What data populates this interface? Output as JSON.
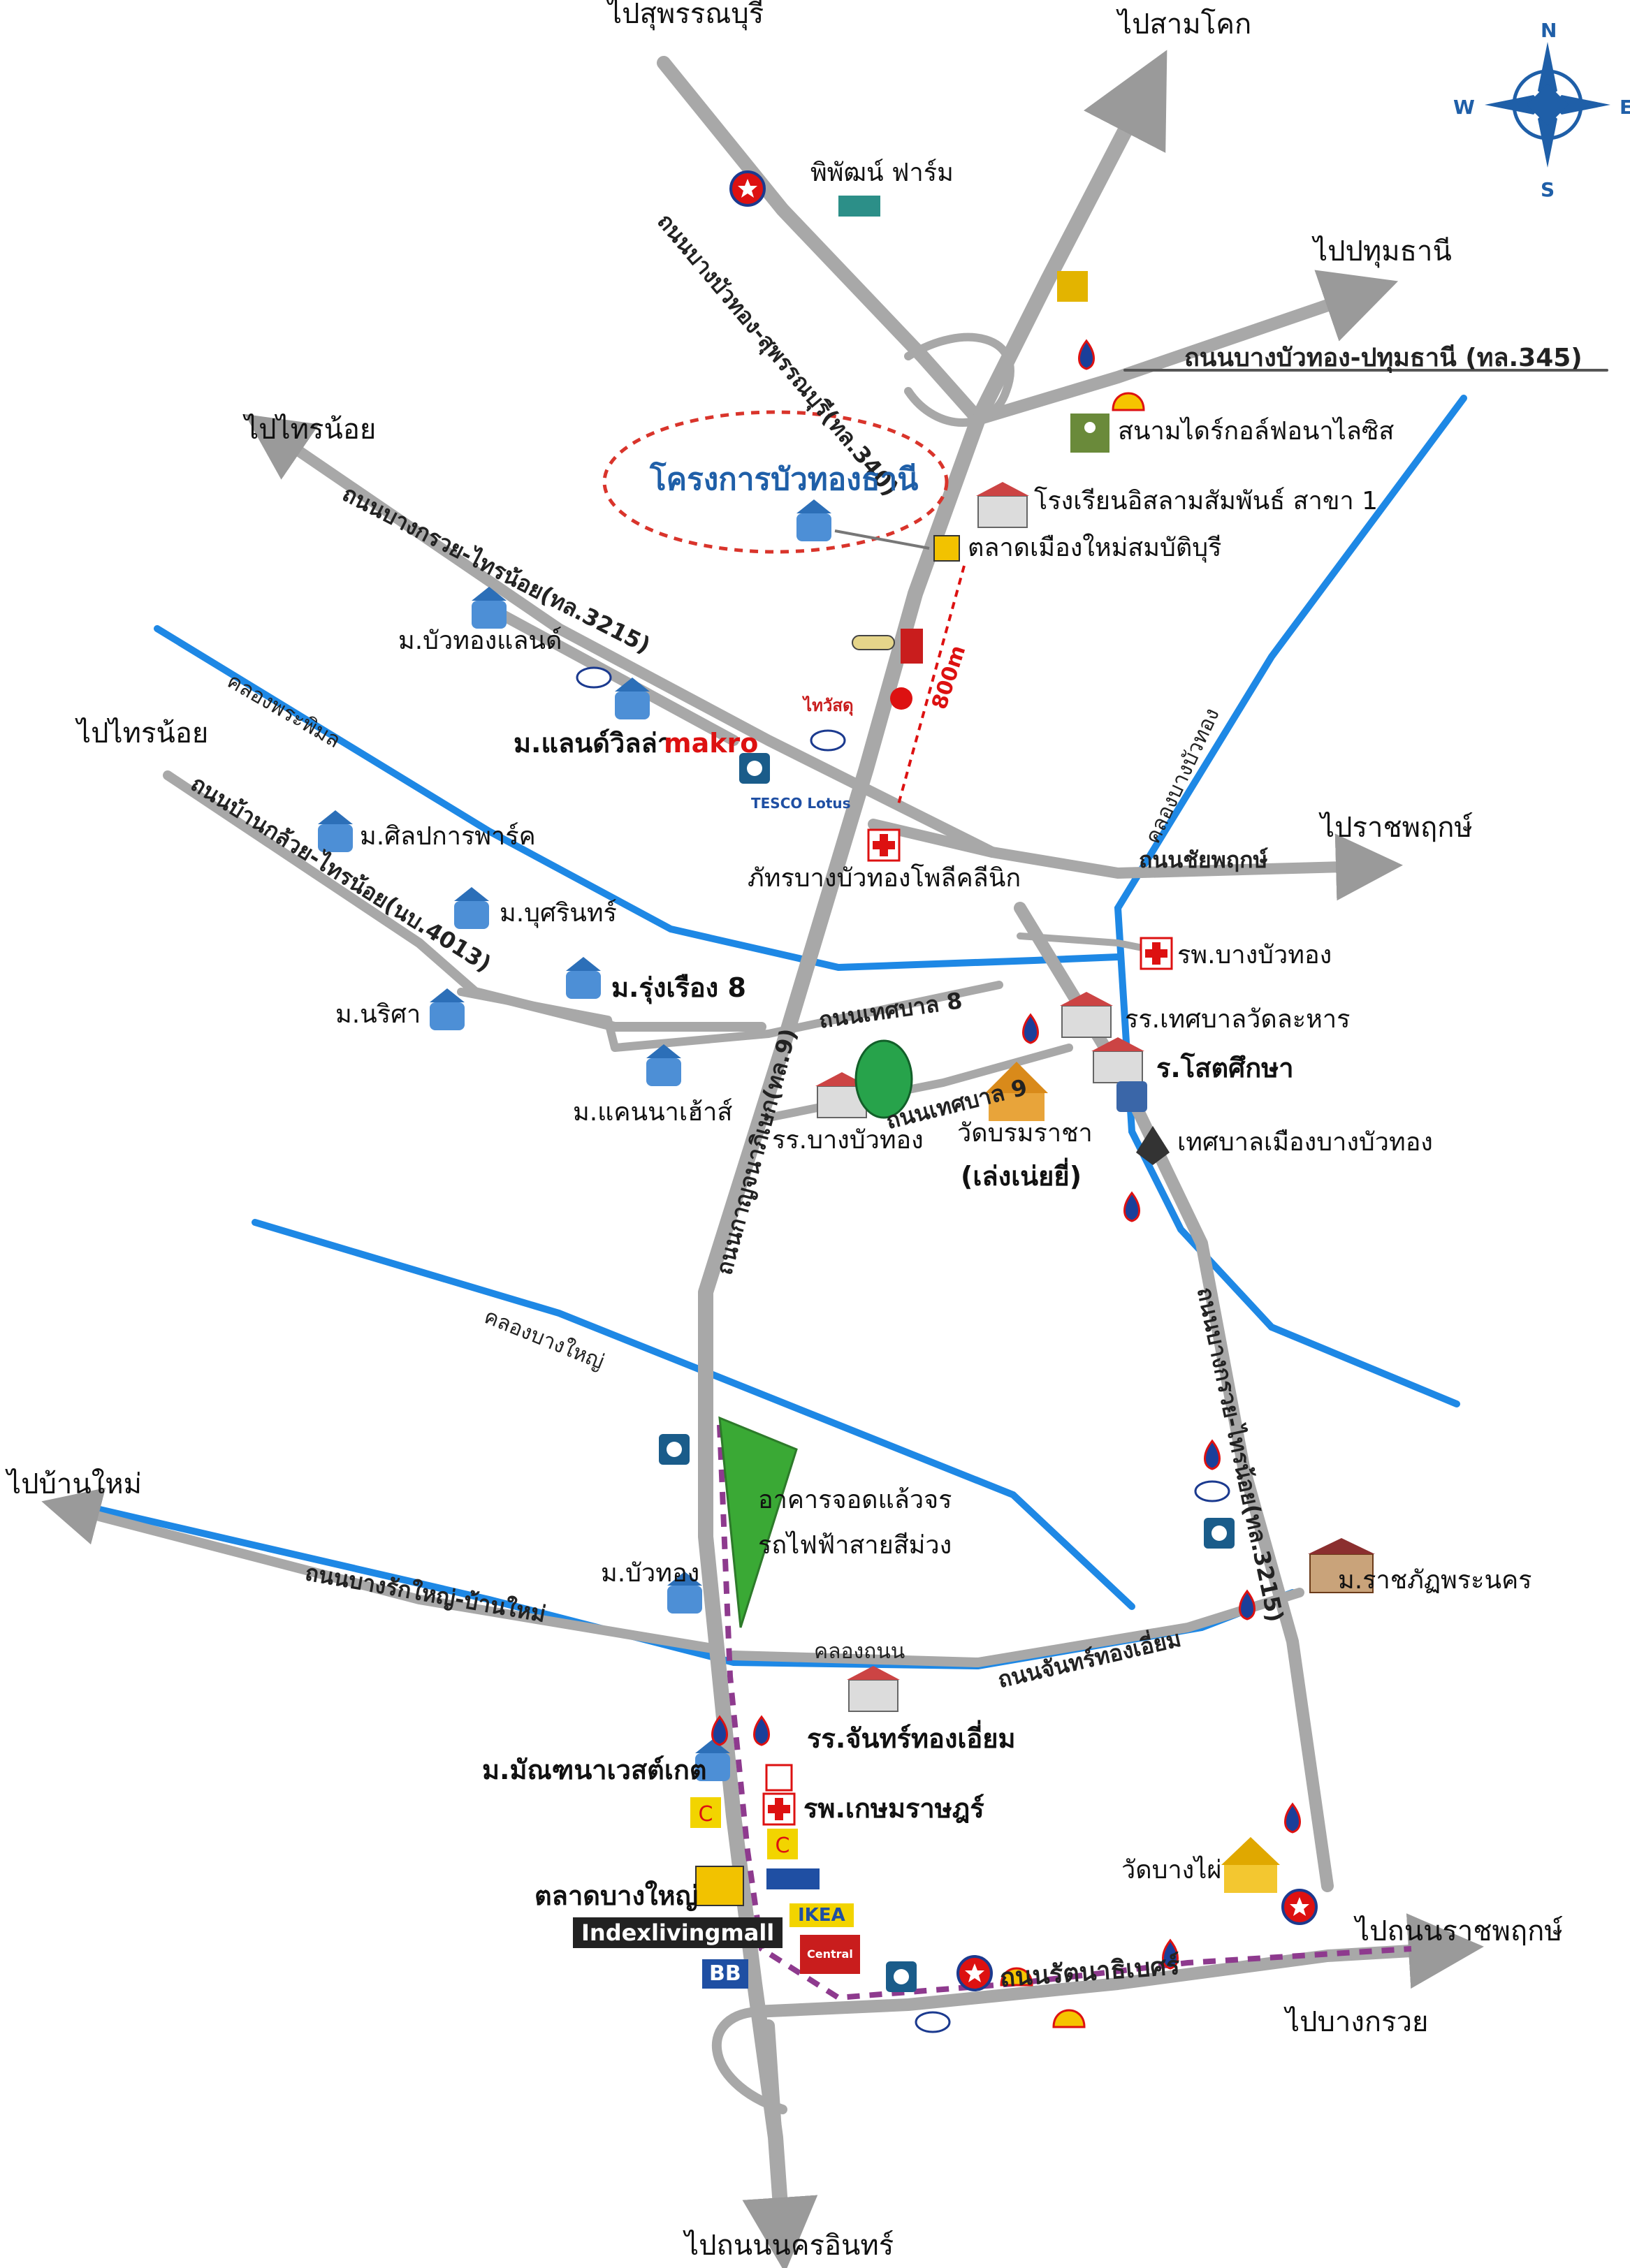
{
  "destinations": {
    "suphanburi": "ไปสุพรรณบุรี",
    "samkhok": "ไปสามโคก",
    "pathumthani": "ไปปทุมธานี",
    "sainoi_top": "ไปไทรน้อย",
    "sainoi_mid": "ไปไทรน้อย",
    "ratchaphruek": "ไปราชพฤกษ์",
    "ban_mai": "ไปบ้านใหม่",
    "nakhon_in": "ไปถนนนครอินทร์",
    "ratchaphruek_road": "ไปถนนราชพฤกษ์",
    "bang_kruai": "ไปบางกรวย"
  },
  "compass": {
    "n": "N",
    "s": "S",
    "e": "E",
    "w": "W"
  },
  "roads": {
    "suphan": "ถนนบางบัวทอง-สุพรรณบุรี(ทล.340)",
    "pathum": "ถนนบางบัวทอง-ปทุมธานี (ทล.345)",
    "sainoi_3215": "ถนนบางกรวย-ไทรน้อย(ทล.3215)",
    "ban_kluai": "ถนนบ้านกล้วย-ไทรน้อย(นบ.4013)",
    "kanchanaphisek": "ถนนกาญจนาภิเษก(ทล.9)",
    "chaiyaphruek": "ถนนชัยพฤกษ์",
    "thetsaban8": "ถนนเทศบาล 8",
    "thetsaban9": "ถนนเทศบาล 9",
    "bang_kruai_3215": "ถนนบางกรวย-ไทรน้อย(ทล.3215)",
    "bang_rak": "ถนนบางรักใหญ่-บ้านใหม่",
    "chan_thong": "ถนนจันทร์ทองเอี่ยม",
    "rattanathibet": "ถนนรัตนาธิเบศร์"
  },
  "canals": {
    "phra_phimon": "คลองพระพิมล",
    "bang_bua_thong": "คลองบางบัวทอง",
    "bang_yai": "คลองบางใหญ่",
    "khlong_thanon": "คลองถนน"
  },
  "project": "โครงการบัวทองธานี",
  "distance": "800m",
  "places": {
    "phiphat_farm": "พิพัฒน์ ฟาร์ม",
    "golf": "สนามไดร์กอล์ฟอนาไลซิส",
    "islam_school": "โรงเรียนอิสลามสัมพันธ์ สาขา 1",
    "market_new": "ตลาดเมืองใหม่สมบัติบุรี",
    "buathong_land": "ม.บัวทองแลนด์",
    "land_villa": "ม.แลนด์วิลล่า",
    "makro": "makro",
    "thaiwatsadu": "ไทวัสดุ",
    "tesco": "TESCO Lotus",
    "silpakarn_park": "ม.ศิลปการพาร์ค",
    "busarin": "ม.บุศรินทร์",
    "rungruang8": "ม.รุ่งเรือง 8",
    "narisa": "ม.นริศา",
    "khaen_na": "ม.แคนนาเฮ้าส์",
    "polyclinic": "ภัทรบางบัวทองโพลีคลีนิก",
    "bbt_hospital": "รพ.บางบัวทอง",
    "wat_lahan_school": "รร.เทศบาลวัดละหาร",
    "sot_suksa": "ร.โสตศึกษา",
    "bbt_school": "รร.บางบัวทอง",
    "wat_borom": "วัดบรมราชา",
    "leng_nei_yi": "(เล่งเน่ยยี่)",
    "municipality": "เทศบาลเมืองบางบัวทอง",
    "park_ride": "อาคารจอดแล้วจร",
    "purple_line": "รถไฟฟ้าสายสีม่วง",
    "m_buathong": "ม.บัวทอง",
    "rajabhat": "ม.ราชภัฏพระนคร",
    "chan_thong_school": "รร.จันทร์ทองเอี่ยม",
    "mantana": "ม.มัณฑนาเวสต์เกต",
    "kasemrad": "รพ.เกษมราษฎร์",
    "bang_yai_market": "ตลาดบางใหญ่",
    "index_living": "Indexlivingmall",
    "ikea": "IKEA",
    "central": "Central",
    "bb": "BB",
    "wat_bang_phai": "วัดบางไผ่"
  },
  "colors": {
    "road": "#a8a8a8",
    "road_edge": "#8c8c8c",
    "canal": "#1e88e5",
    "purple_line": "#8e3a8e",
    "park_green": "#3aa935",
    "project_ellipse": "#d9342b",
    "compass": "#1f5fa8"
  }
}
